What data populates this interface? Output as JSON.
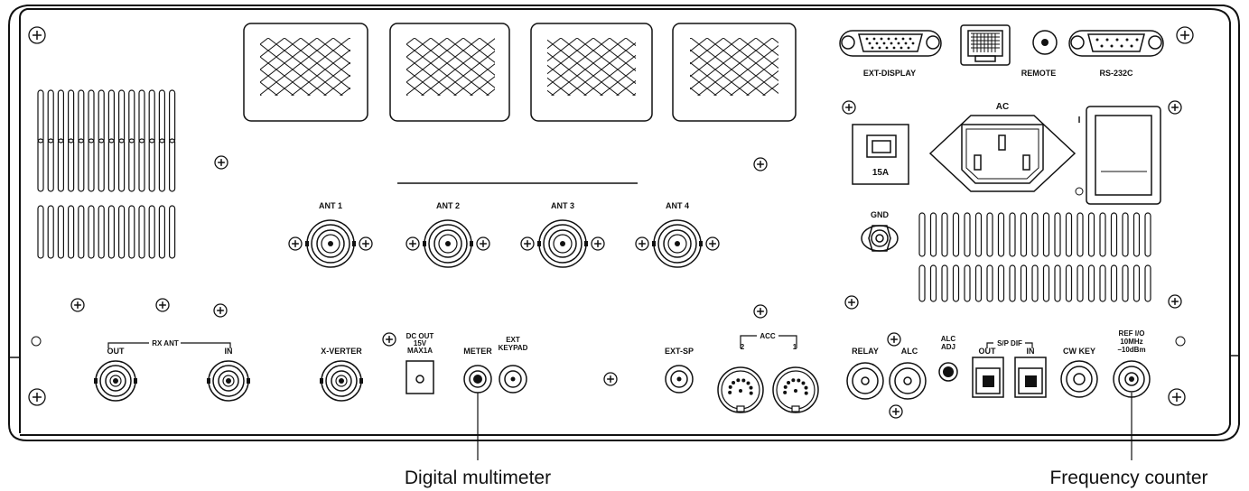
{
  "panel_labels": {
    "ext_display": "EXT-DISPLAY",
    "remote": "REMOTE",
    "rs232c": "RS-232C",
    "ac": "AC",
    "fuse": "15A",
    "power_on_mark": "I",
    "gnd": "GND",
    "ant1": "ANT 1",
    "ant2": "ANT 2",
    "ant3": "ANT 3",
    "ant4": "ANT 4",
    "rx_ant": "RX ANT",
    "rx_out": "OUT",
    "rx_in": "IN",
    "xverter": "X-VERTER",
    "dc_out_1": "DC OUT",
    "dc_out_2": "15V",
    "dc_out_3": "MAX1A",
    "meter": "METER",
    "ext_keypad_1": "EXT",
    "ext_keypad_2": "KEYPAD",
    "ext_sp": "EXT-SP",
    "acc": "ACC",
    "acc_2": "2",
    "acc_1": "1",
    "relay": "RELAY",
    "alc": "ALC",
    "alc_adj_1": "ALC",
    "alc_adj_2": "ADJ",
    "spdif": "S/P DIF",
    "spdif_out": "OUT",
    "spdif_in": "IN",
    "cw_key": "CW KEY",
    "ref_1": "REF I/O",
    "ref_2": "10MHz",
    "ref_3": "–10dBm"
  },
  "callouts": {
    "meter": "Digital multimeter",
    "ref": "Frequency counter"
  },
  "colors": {
    "line": "#111111",
    "fill": "#ffffff",
    "dark": "#222222"
  }
}
